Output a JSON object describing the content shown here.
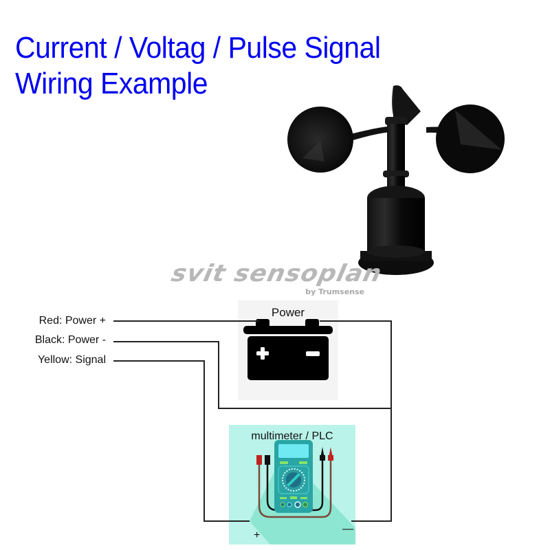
{
  "title": {
    "line1": "Current / Voltag / Pulse Signal",
    "line2": "Wiring Example",
    "color": "#0000f0"
  },
  "product_image": {
    "subject": "3-cup anemometer (black)",
    "icon": "anemometer-icon"
  },
  "brand": {
    "name": "svit sensoplan",
    "byline": "by Trumsense"
  },
  "wires": [
    {
      "label": "Red: Power +",
      "color_name": "Red",
      "function": "Power +"
    },
    {
      "label": "Black:  Power -",
      "color_name": "Black",
      "function": "Power -"
    },
    {
      "label": "Yellow:  Signal",
      "color_name": "Yellow",
      "function": "Signal"
    }
  ],
  "power_block": {
    "title": "Power",
    "icon": "battery-icon",
    "plus": "+",
    "minus": "−"
  },
  "meter_block": {
    "title": "multimeter /  PLC",
    "icon": "multimeter-icon",
    "plus_label": "+",
    "minus_label": "—",
    "background": "#b9f3e9"
  }
}
